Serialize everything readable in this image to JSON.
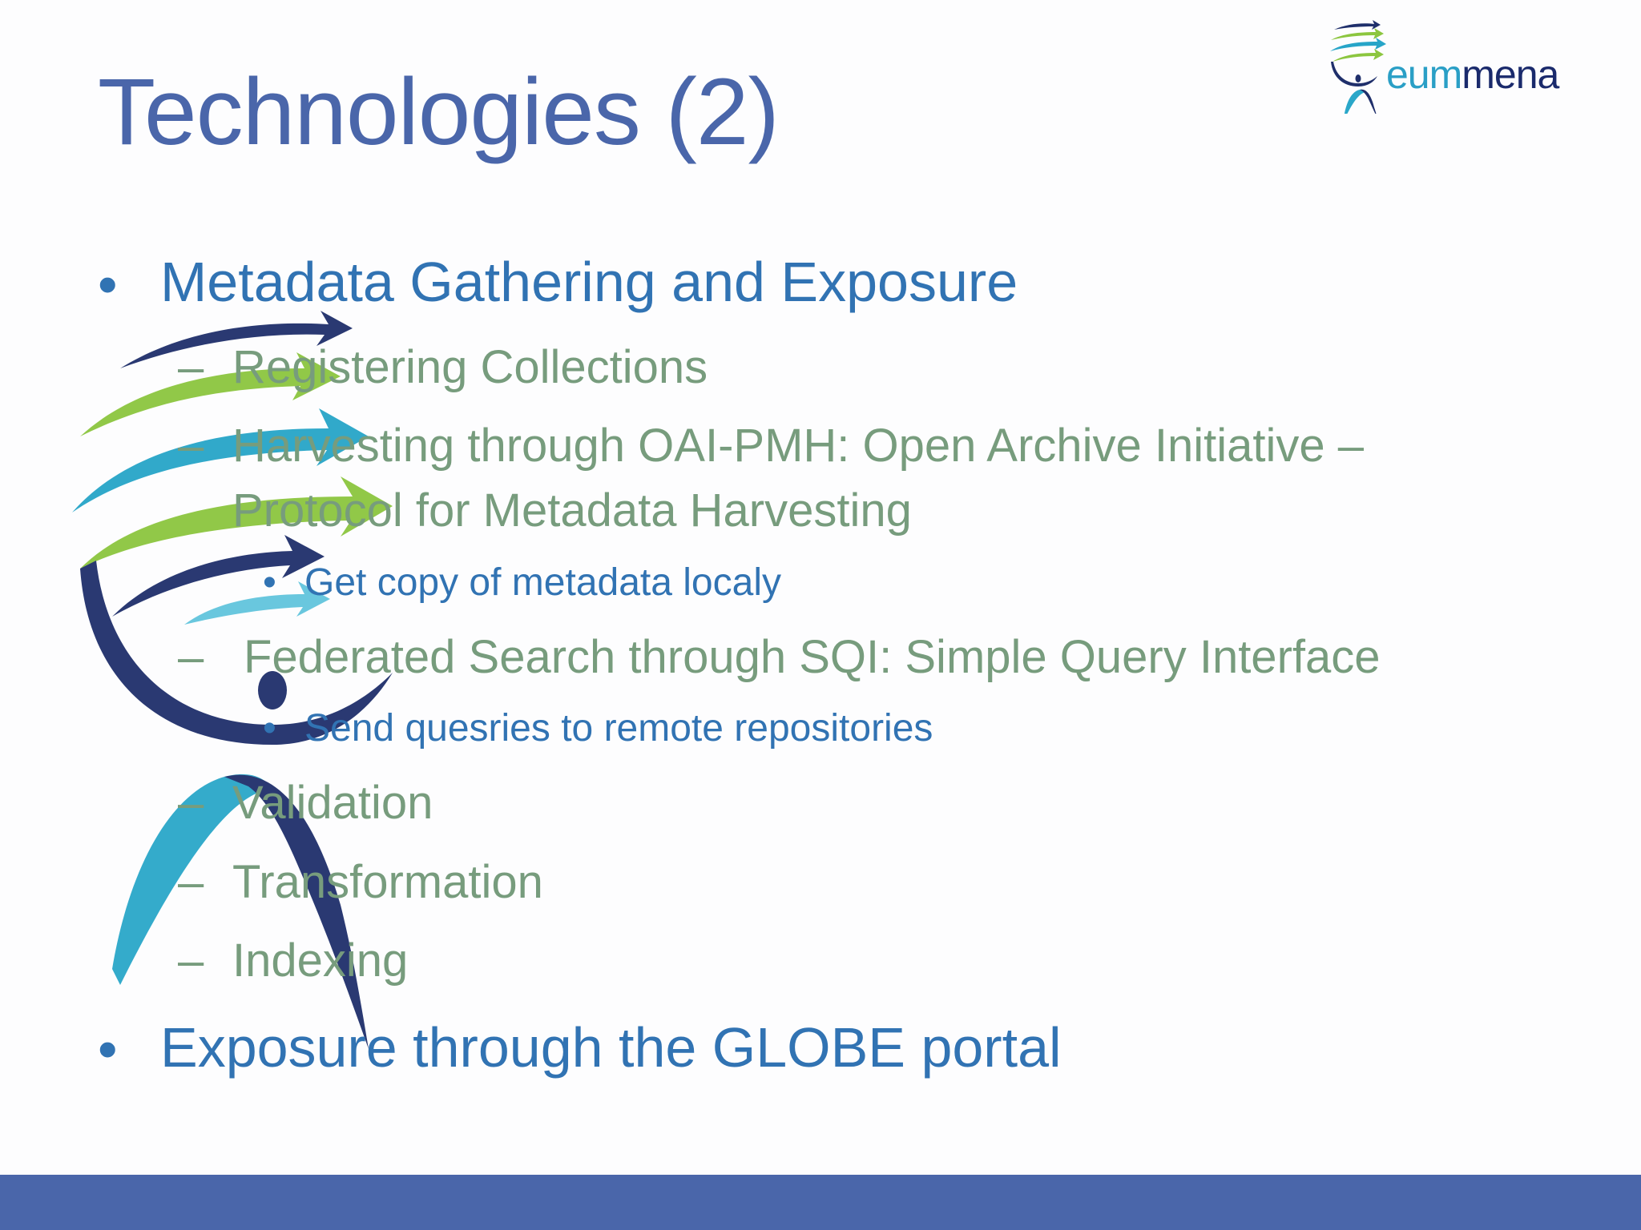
{
  "slide": {
    "title": "Technologies (2)",
    "logo": {
      "name": "eummena",
      "text_part1": "eum",
      "text_part2": "mena"
    },
    "bullets": [
      {
        "text": "Metadata Gathering and Exposure",
        "children": [
          {
            "text": "Registering Collections"
          },
          {
            "text_line1": "Harvesting through OAI-PMH: Open Archive Initiative –",
            "text_line2": "Protocol for Metadata Harvesting"
          },
          {
            "text": "Get copy of metadata localy"
          },
          {
            "text": "Federated Search through SQI: Simple Query Interface"
          },
          {
            "text": "Send quesries to remote repositories"
          },
          {
            "text": "Validation"
          },
          {
            "text": "Transformation"
          },
          {
            "text": "Indexing"
          }
        ]
      },
      {
        "text": "Exposure through the GLOBE portal"
      }
    ],
    "markers": {
      "bullet": "•",
      "dash": "–"
    },
    "colors": {
      "title": "#4a66aa",
      "level1": "#3173b3",
      "level2": "#779c7d",
      "level3": "#3173b3",
      "footer_bar": "#4a66aa"
    }
  }
}
